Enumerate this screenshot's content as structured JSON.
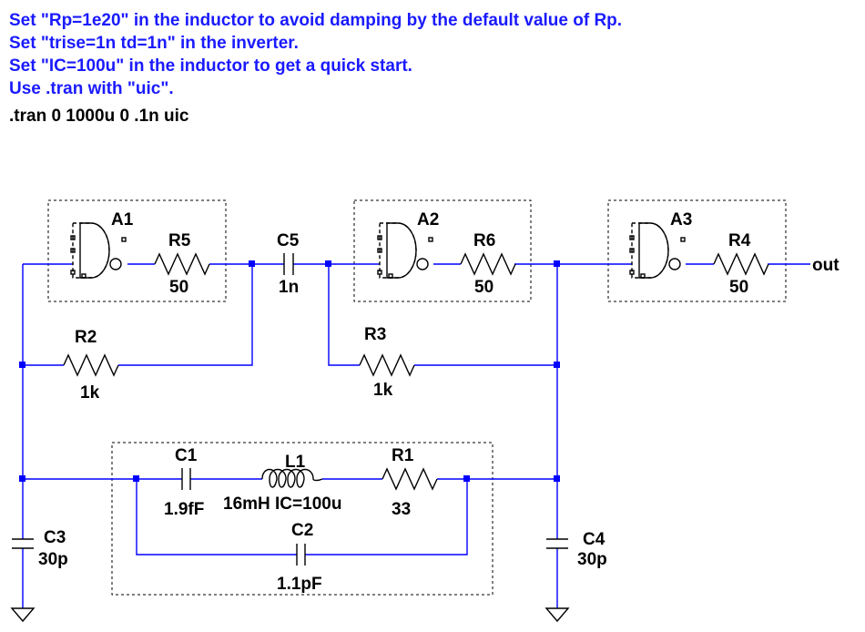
{
  "notes": [
    "Set \"Rp=1e20\" in the inductor to avoid damping by the default value of Rp.",
    "Set \"trise=1n td=1n\" in the inverter.",
    "Set \"IC=100u\" in the inductor to get a quick start.",
    "Use .tran with \"uic\"."
  ],
  "directive": ".tran 0 1000u 0 .1n uic",
  "colors": {
    "wire": "#0000ff",
    "note_text": "#1a1aff",
    "component": "#000000"
  },
  "components": {
    "A1": {
      "name": "A1"
    },
    "A2": {
      "name": "A2"
    },
    "A3": {
      "name": "A3"
    },
    "R5": {
      "name": "R5",
      "value": "50"
    },
    "R6": {
      "name": "R6",
      "value": "50"
    },
    "R4": {
      "name": "R4",
      "value": "50"
    },
    "C5": {
      "name": "C5",
      "value": "1n"
    },
    "R2": {
      "name": "R2",
      "value": "1k"
    },
    "R3": {
      "name": "R3",
      "value": "1k"
    },
    "C1": {
      "name": "C1",
      "value": "1.9fF"
    },
    "L1": {
      "name": "L1",
      "value": "16mH IC=100u"
    },
    "R1": {
      "name": "R1",
      "value": "33"
    },
    "C2": {
      "name": "C2",
      "value": "1.1pF"
    },
    "C3": {
      "name": "C3",
      "value": "30p"
    },
    "C4": {
      "name": "C4",
      "value": "30p"
    }
  },
  "net_labels": {
    "out": "out"
  }
}
